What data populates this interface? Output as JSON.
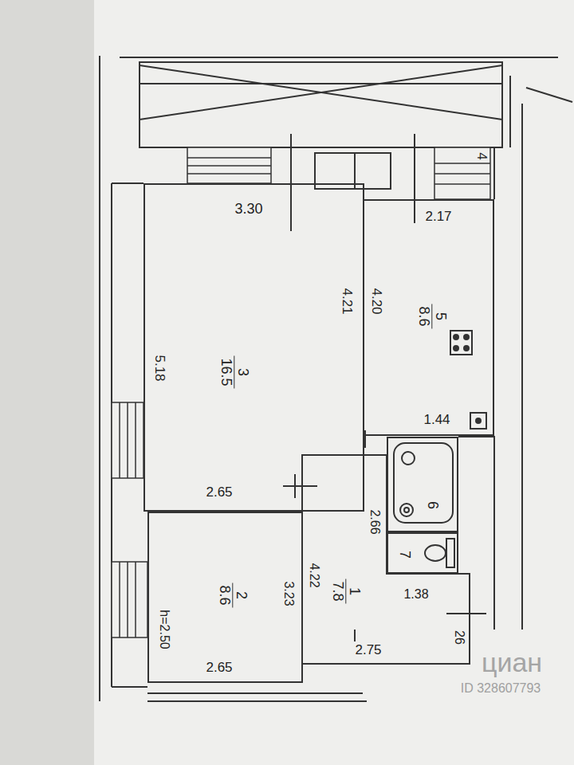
{
  "diagram": {
    "nodes": [
      {
        "text": [
          "3",
          "16.5"
        ]
      },
      {
        "text": [
          "5",
          "8.6"
        ]
      },
      {
        "text": [
          "6"
        ]
      },
      {
        "text": [
          "7"
        ]
      },
      {
        "text": [
          "1",
          "7.8"
        ]
      },
      {
        "text": [
          "2",
          "8.6"
        ]
      }
    ],
    "labels": [
      "4",
      "3.30",
      "2.17",
      "5.18",
      "4.21",
      "4.20",
      "1.44",
      "2.65",
      "2.66",
      "4.22",
      "3.23",
      "1.38",
      "h=2.50",
      "2.65",
      "2.75",
      "26",
      "циан",
      "ID 328607793"
    ]
  }
}
